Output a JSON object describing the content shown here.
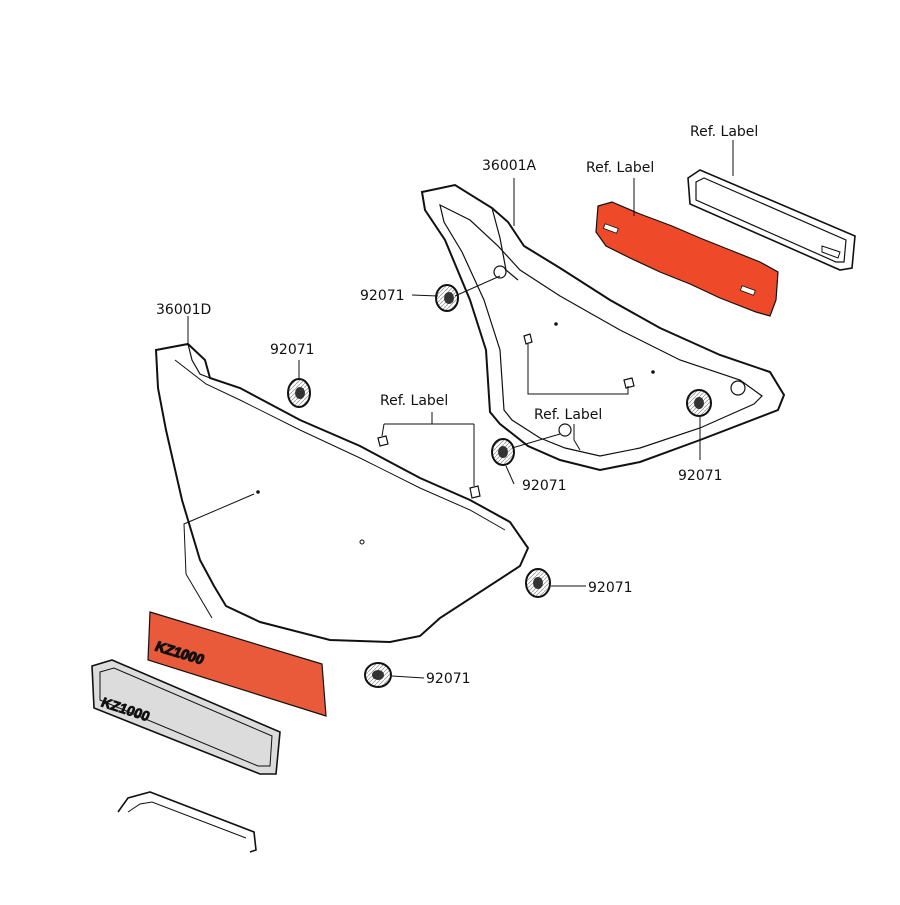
{
  "labels": {
    "part_36001a": "36001A",
    "part_36001d": "36001D",
    "ref_label_top_right": "Ref.  Label",
    "ref_label_red_sticker": "Ref.  Label",
    "ref_label_center": "Ref.  Label",
    "ref_label_lower": "Ref.  Label",
    "grommet_upper_left": "92071",
    "grommet_left_cover": "92071",
    "grommet_right_lower_1": "92071",
    "grommet_right_lower_2": "92071",
    "grommet_bottom_1": "92071",
    "grommet_bottom_2": "92071"
  },
  "emblems": {
    "red_emblem": "KZ1000",
    "black_emblem": "KZ1000"
  },
  "colors": {
    "highlight": "#ee4a2a",
    "line": "#111111",
    "paper": "#ffffff",
    "emblem_red": "#e85a3a",
    "emblem_plate": "#d9d9d9"
  }
}
